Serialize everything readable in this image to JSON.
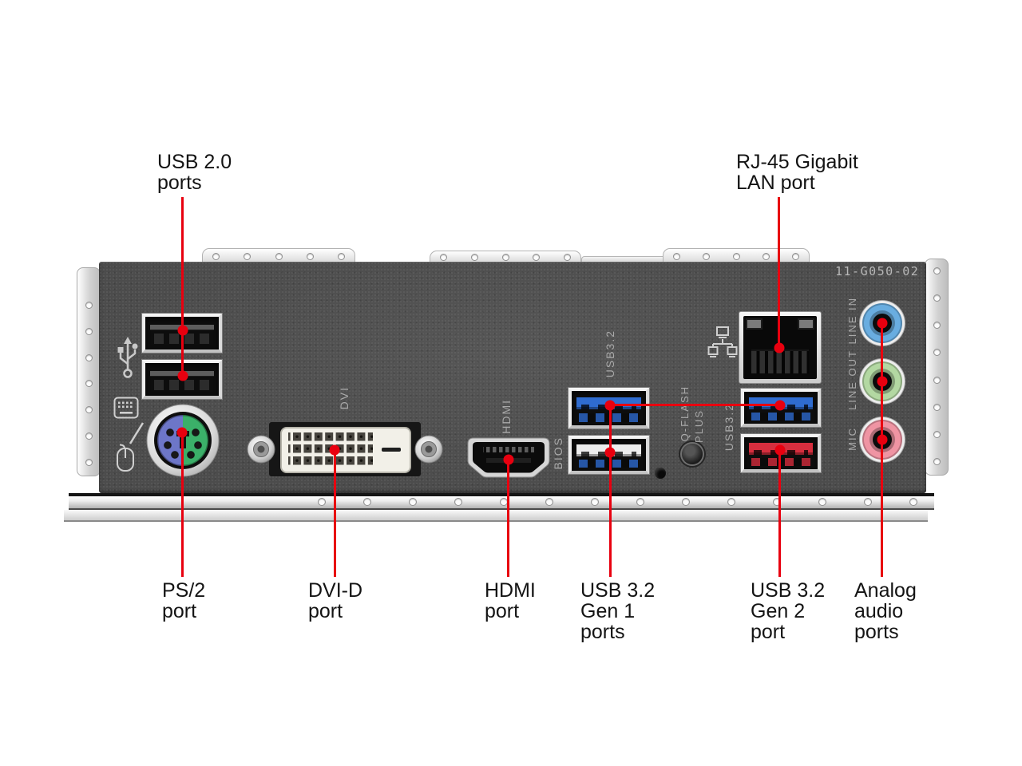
{
  "colors": {
    "annotation_red": "#e8000f",
    "panel_gray": "#4c4c4c",
    "usb3_blue": "#2f6cd0",
    "usb3_gen2_red": "#d62e3e",
    "bios_white": "#ededed",
    "line_in_blue": "#69ade0",
    "line_out_green": "#b3d8a2",
    "mic_pink": "#ef94a3",
    "ps2_purple": "#6d76c8",
    "ps2_green": "#3bb069"
  },
  "panel": {
    "part_number": "11-G050-02",
    "labels": {
      "dvi": "DVI",
      "hdmi": "HDMI",
      "usb32_mid": "USB3.2",
      "bios": "BIOS",
      "qflash_line1": "Q-FLASH",
      "qflash_line2": "PLUS",
      "usb32_right": "USB3.2",
      "line_in": "LINE IN",
      "line_out": "LINE OUT",
      "mic": "MIC"
    }
  },
  "callouts": {
    "top": [
      {
        "label": "USB 2.0\nports"
      },
      {
        "label": "RJ-45 Gigabit\nLAN port"
      }
    ],
    "bottom": [
      {
        "label": "PS/2\nport"
      },
      {
        "label": "DVI-D\nport"
      },
      {
        "label": "HDMI\nport"
      },
      {
        "label": "USB 3.2\nGen 1\nports"
      },
      {
        "label": "USB 3.2\nGen 2\nport"
      },
      {
        "label": "Analog\naudio\nports"
      }
    ]
  },
  "icons": {
    "usb": "usb-trident-icon",
    "keyboard": "keyboard-icon",
    "mouse": "mouse-icon",
    "network": "lan-network-icon"
  }
}
